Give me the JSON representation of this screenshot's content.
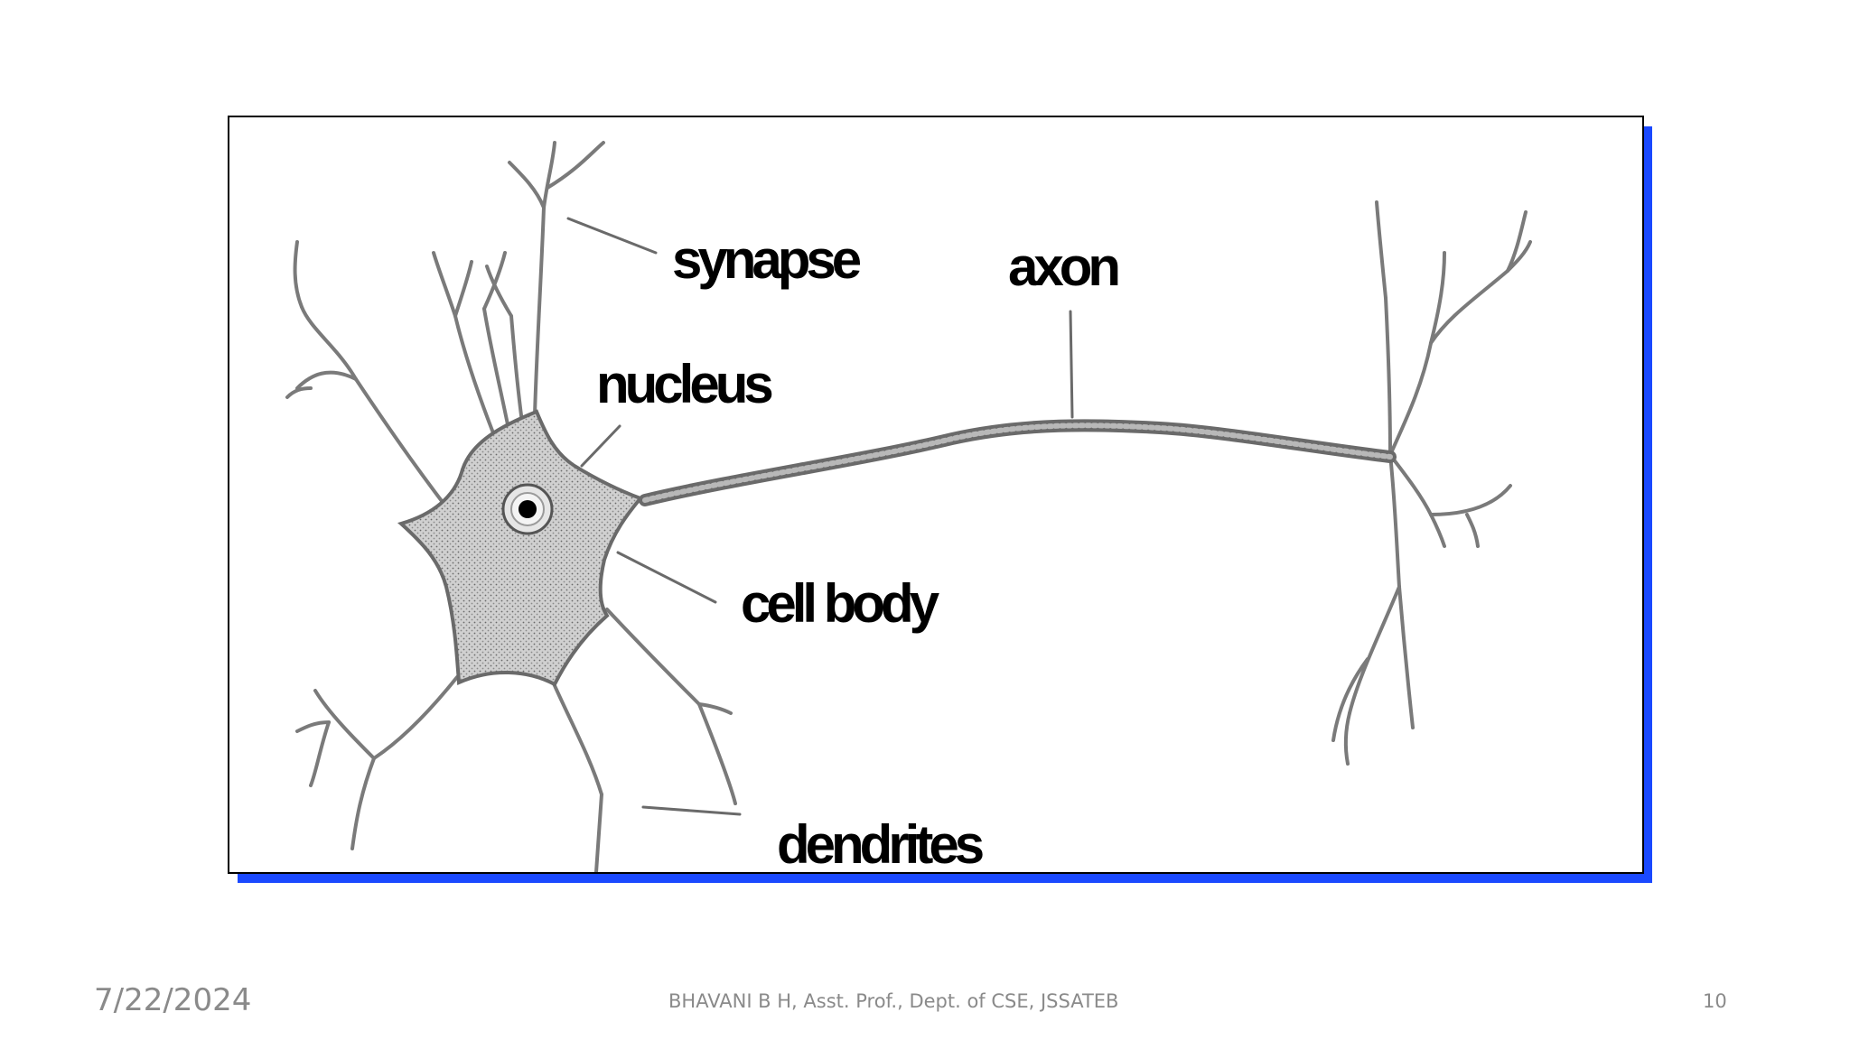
{
  "diagram": {
    "labels": {
      "synapse": "synapse",
      "axon": "axon",
      "nucleus": "nucleus",
      "cell_body": "cell body",
      "dendrites": "dendrites"
    },
    "colors": {
      "frame_shadow": "#1a49ff",
      "cell_fill": "#c8c8c8",
      "line": "#7a7a7a",
      "label_text": "#000000"
    }
  },
  "footer": {
    "date": "7/22/2024",
    "author": "BHAVANI B H, Asst. Prof., Dept. of CSE, JSSATEB",
    "page": "10"
  }
}
